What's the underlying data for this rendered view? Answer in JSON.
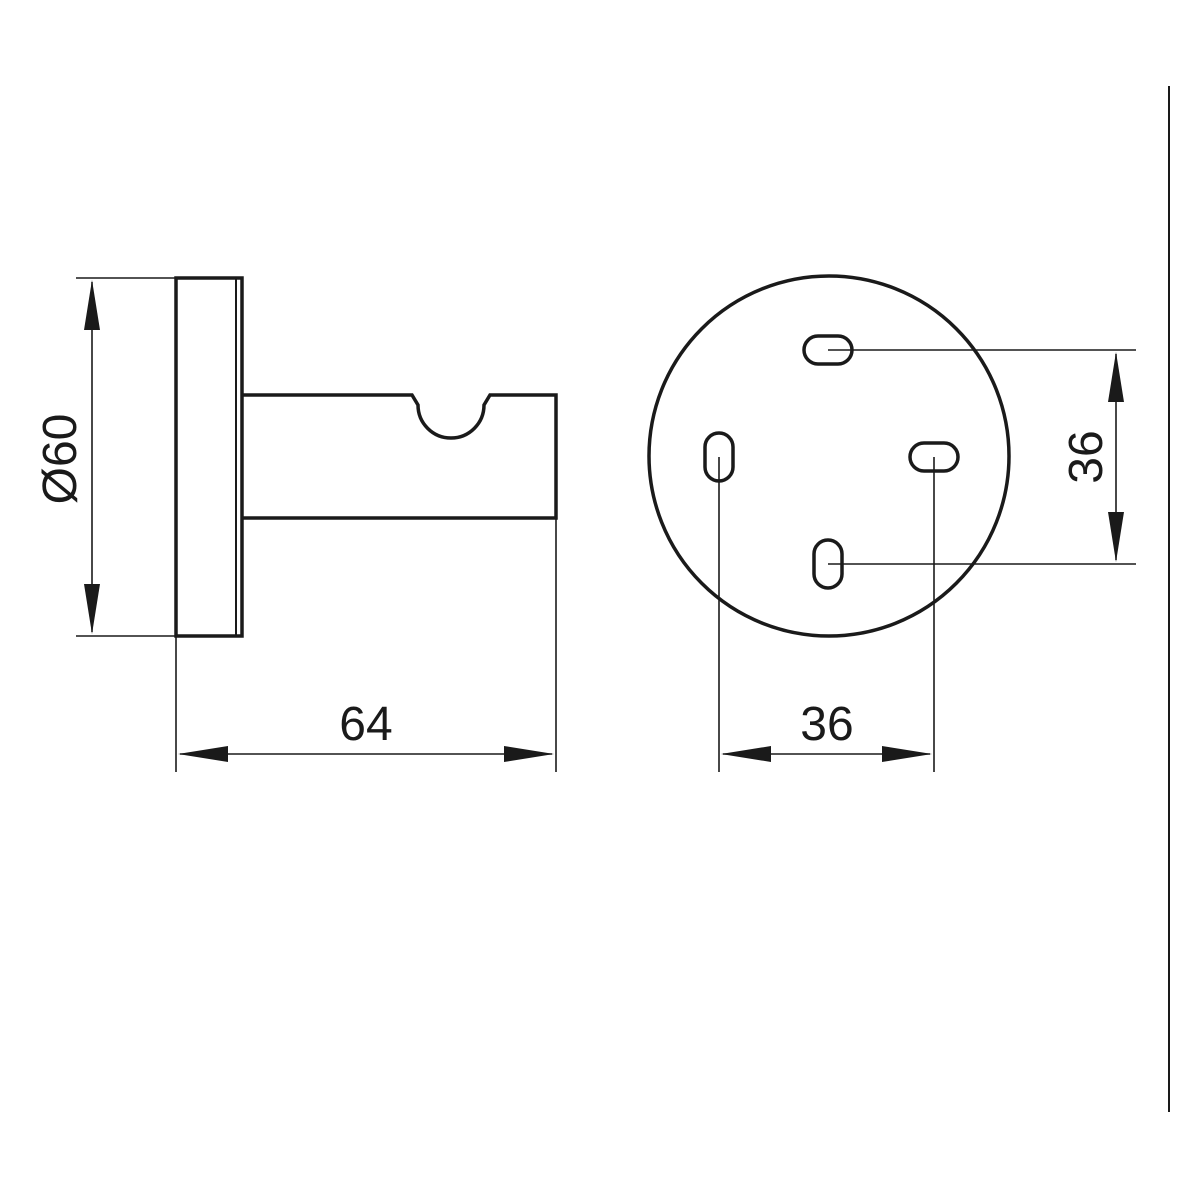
{
  "drawing": {
    "dimensions": {
      "diameter_label": "Ø60",
      "depth_label": "64",
      "hole_spacing_vertical_label": "36",
      "hole_spacing_horizontal_label": "36"
    }
  }
}
